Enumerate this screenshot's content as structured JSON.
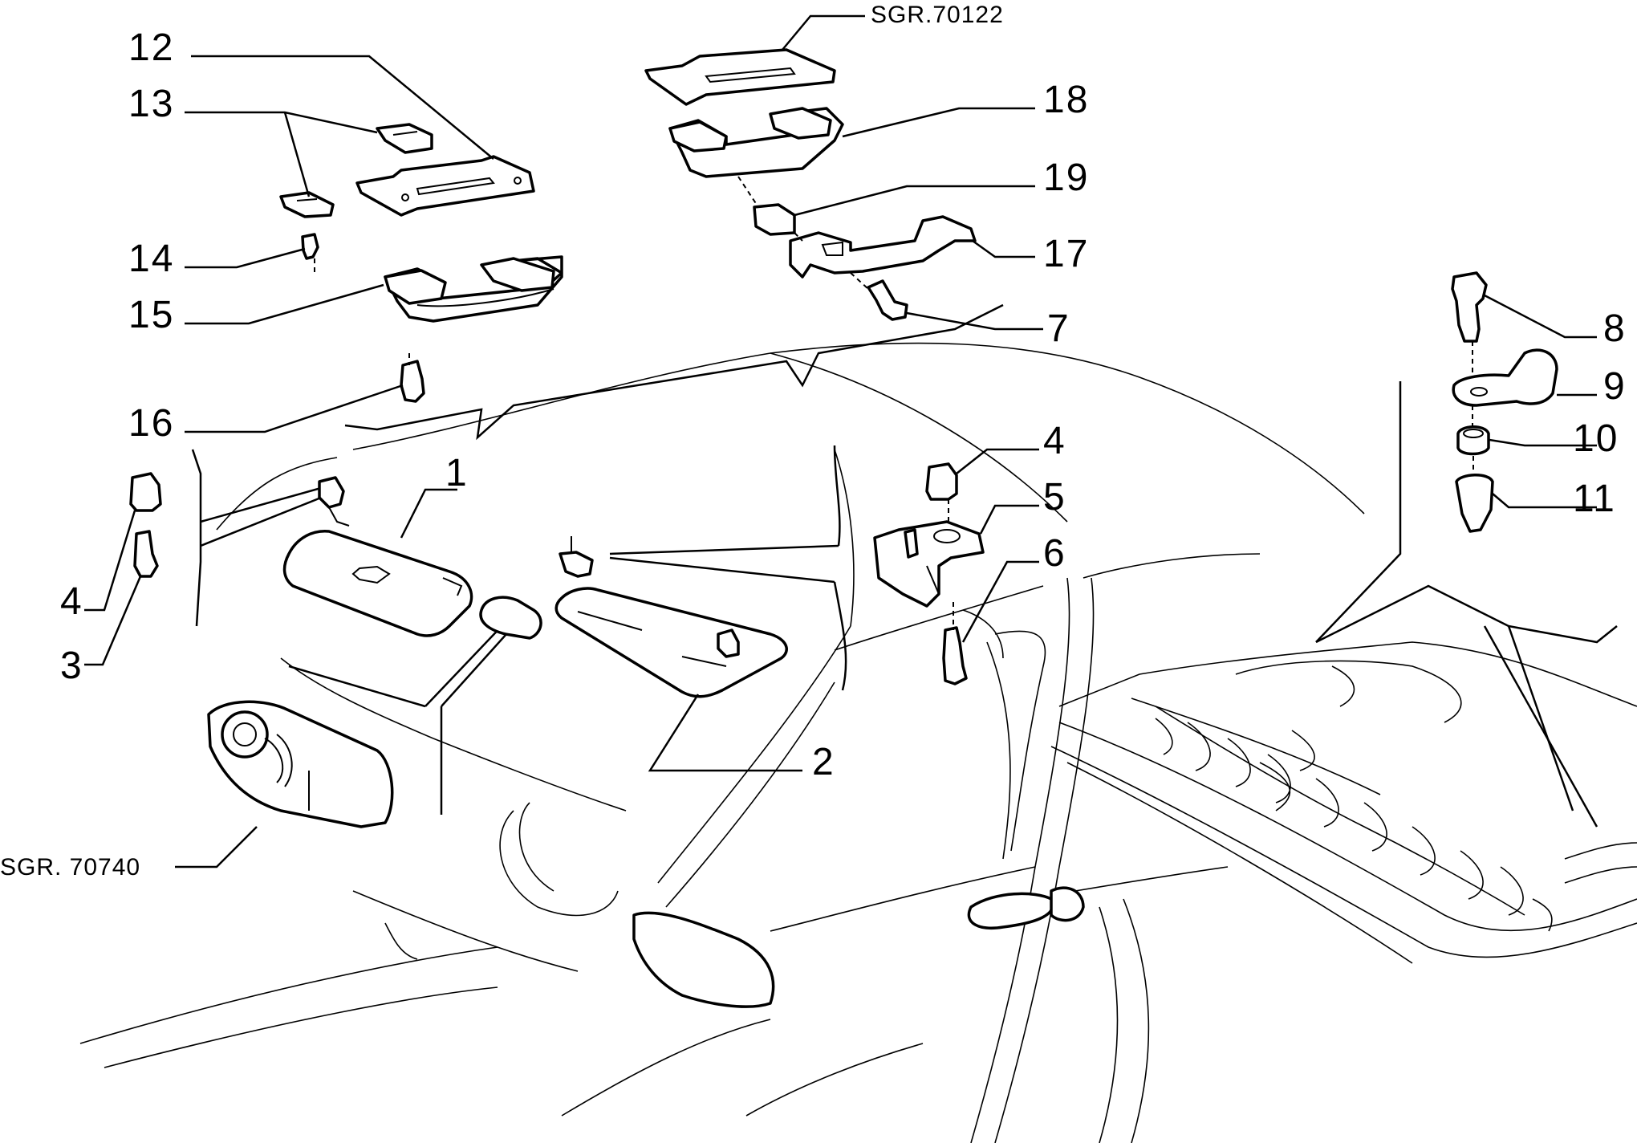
{
  "diagram": {
    "callouts": [
      {
        "id": "c1",
        "text": "1"
      },
      {
        "id": "c2",
        "text": "2"
      },
      {
        "id": "c3",
        "text": "3"
      },
      {
        "id": "c4a",
        "text": "4"
      },
      {
        "id": "c4b",
        "text": "4"
      },
      {
        "id": "c5",
        "text": "5"
      },
      {
        "id": "c6",
        "text": "6"
      },
      {
        "id": "c7",
        "text": "7"
      },
      {
        "id": "c8",
        "text": "8"
      },
      {
        "id": "c9",
        "text": "9"
      },
      {
        "id": "c10",
        "text": "10"
      },
      {
        "id": "c11",
        "text": "11"
      },
      {
        "id": "c12",
        "text": "12"
      },
      {
        "id": "c13",
        "text": "13"
      },
      {
        "id": "c14",
        "text": "14"
      },
      {
        "id": "c15",
        "text": "15"
      },
      {
        "id": "c16",
        "text": "16"
      },
      {
        "id": "c17",
        "text": "17"
      },
      {
        "id": "c18",
        "text": "18"
      },
      {
        "id": "c19",
        "text": "19"
      }
    ],
    "references": {
      "top": "SGR.70122",
      "mirror": "SGR. 70740"
    }
  }
}
